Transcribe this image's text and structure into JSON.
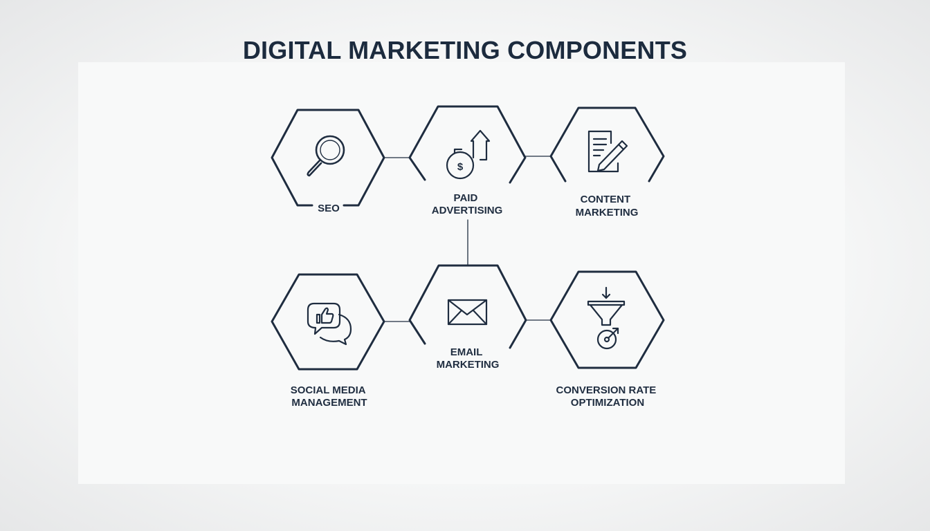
{
  "title": "DIGITAL MARKETING COMPONENTS",
  "colors": {
    "stroke": "#1f2d40",
    "background": "#eeeff0",
    "panel": "#f8f9f9"
  },
  "components": [
    {
      "name": "seo",
      "icon": "magnifying-glass-icon",
      "label_lines": [
        "SEO"
      ]
    },
    {
      "name": "paid-advertising",
      "icon": "dollar-coin-up-arrow-icon",
      "label_lines": [
        "PAID",
        "ADVERTISING"
      ]
    },
    {
      "name": "content-marketing",
      "icon": "document-pencil-icon",
      "label_lines": [
        "CONTENT",
        "MARKETING"
      ]
    },
    {
      "name": "social-media-management",
      "icon": "chat-thumbs-up-icon",
      "label_lines": [
        "SOCIAL MEDIA",
        "MANAGEMENT"
      ]
    },
    {
      "name": "email-marketing",
      "icon": "envelope-icon",
      "label_lines": [
        "EMAIL",
        "MARKETING"
      ]
    },
    {
      "name": "conversion-rate-optimization",
      "icon": "funnel-target-icon",
      "label_lines": [
        "CONVERSION RATE",
        "OPTIMIZATION"
      ]
    }
  ]
}
